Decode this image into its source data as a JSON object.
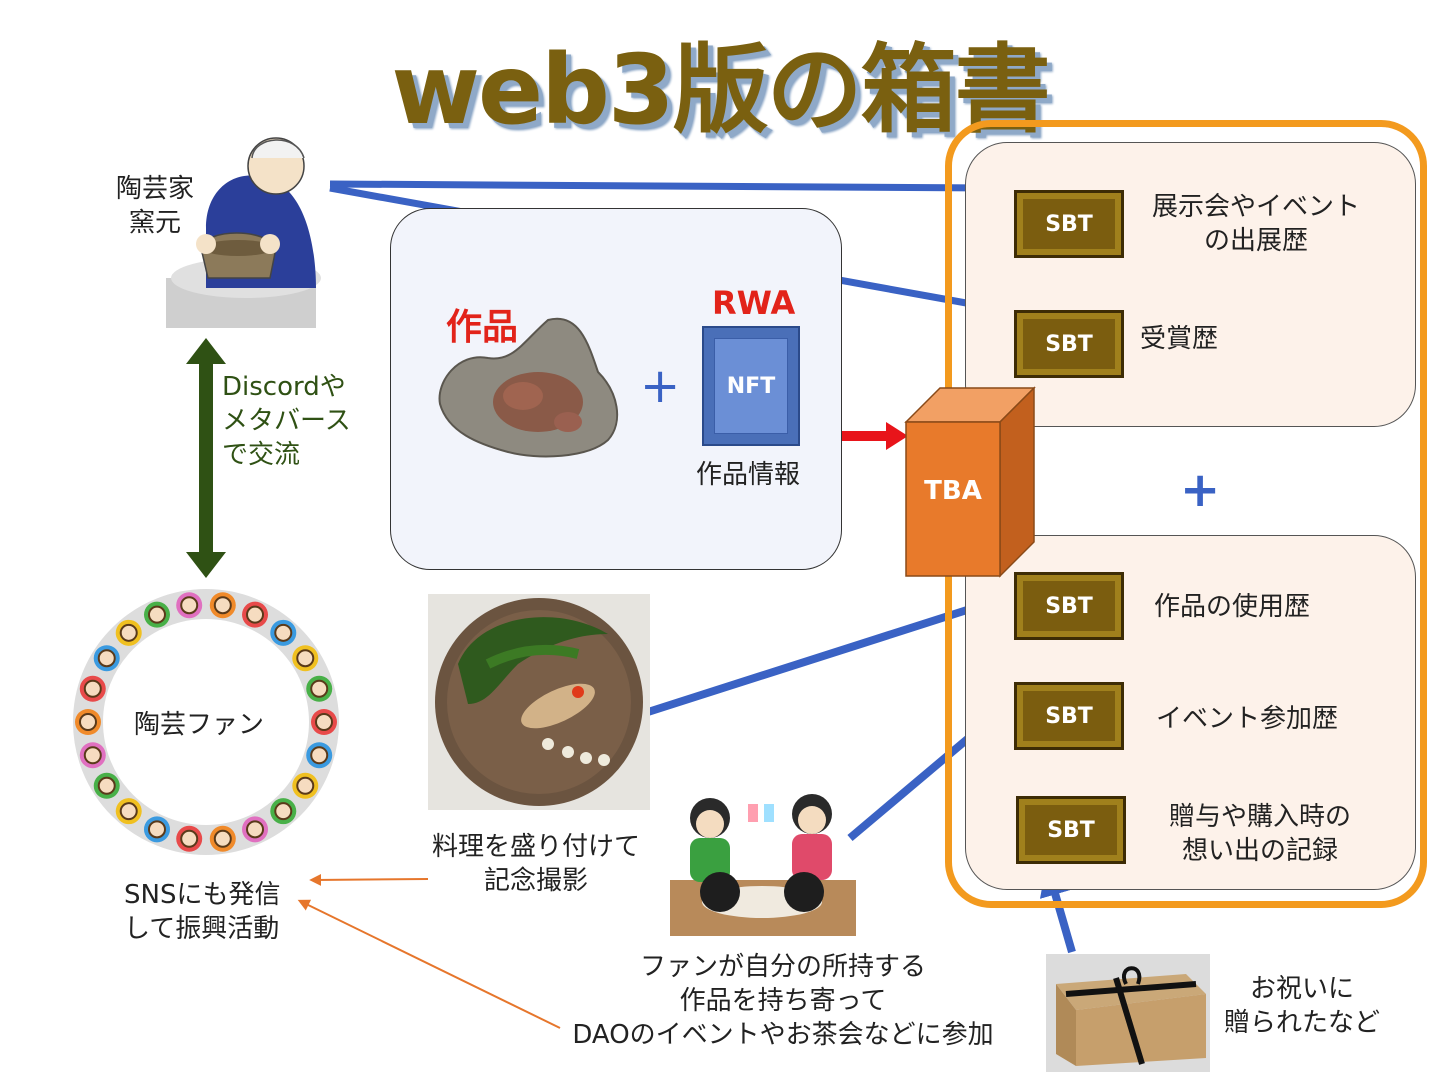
{
  "title": "web3版の箱書",
  "potter_label": "陶芸家\n窯元",
  "exchange_label": "Discordや\nメタバース\nで交流",
  "fans_label": "陶芸ファン",
  "sns_label": "SNSにも発信\nして振興活動",
  "work_label": "作品",
  "rwa_label": "RWA",
  "nft_label": "NFT",
  "work_info_label": "作品情報",
  "tba_label": "TBA",
  "plus": "+",
  "cooking_label": "料理を盛り付けて\n記念撮影",
  "party_label": "ファンが自分の所持する\n作品を持ち寄って\nDAOのイベントやお茶会などに参加",
  "gift_label": "お祝いに\n贈られたなど",
  "sbt_top": [
    {
      "badge": "SBT",
      "label": "展示会やイベント\nの出展歴"
    },
    {
      "badge": "SBT",
      "label": "受賞歴"
    }
  ],
  "sbt_bottom": [
    {
      "badge": "SBT",
      "label": "作品の使用歴"
    },
    {
      "badge": "SBT",
      "label": "イベント参加歴"
    },
    {
      "badge": "SBT",
      "label": "贈与や購入時の\n想い出の記録"
    }
  ],
  "colors": {
    "title": "#7a6010",
    "sbt": "#7b5d0f",
    "arrow_blue": "#3a62c4",
    "arrow_green": "#2f5114",
    "arrow_red": "#e8141a",
    "arrow_orange": "#e6762c",
    "frame_orange": "#f39a1e",
    "tba": "#e87a2b",
    "nft": "#6b8fd6"
  }
}
